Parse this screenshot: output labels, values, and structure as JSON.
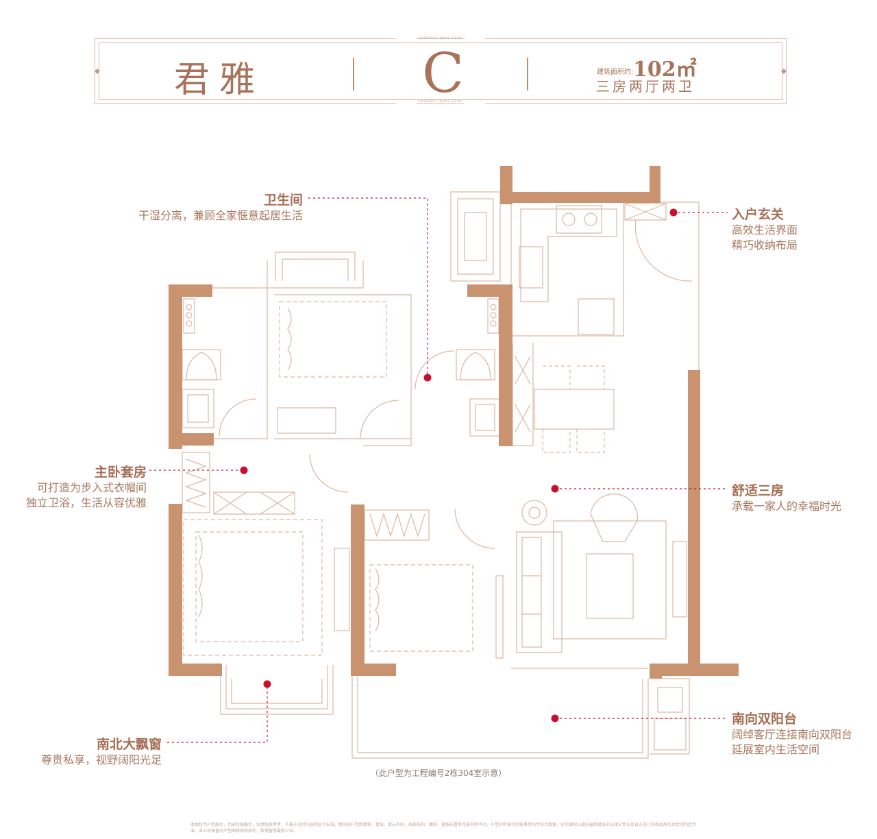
{
  "header": {
    "name": "君雅",
    "type": "C",
    "area_label": "建筑面积约:",
    "area_value": "102㎡",
    "layout": "三房两厅两卫",
    "tag_top": "INTERNATIONAL EXPO",
    "tag_bottom": "INTERNATIONAL EXPO"
  },
  "annotations": {
    "bathroom": {
      "title": "卫生间",
      "desc": [
        "干湿分离，兼顾全家惬意起居生活"
      ]
    },
    "entrance": {
      "title": "入户玄关",
      "desc": [
        "高效生活界面",
        "精巧收纳布局"
      ]
    },
    "master": {
      "title": "主卧套房",
      "desc": [
        "可打造为步入式衣帽间",
        "独立卫浴，生活从容优雅"
      ]
    },
    "rooms": {
      "title": "舒适三房",
      "desc": [
        "承载一家人的幸福时光"
      ]
    },
    "window": {
      "title": "南北大飘窗",
      "desc": [
        "尊贵私享，视野阔阳光足"
      ]
    },
    "balcony": {
      "title": "南向双阳台",
      "desc": [
        "阔绰客厅连接南向双阳台",
        "延展室内生活空间"
      ]
    }
  },
  "footnote": "（此户型为工程编号2栋304室示意）",
  "disclaimer": "本图仅为户型展示，功能仅做展示，仅供购房参考，不属于交付内容和交付标准。相同的户型因楼栋、楼层、单元不同，局部结构、面积、管线布置等可能有所不同，户型中所表示的家具等均为设计数据，实际面积以政府最终批准的法律文件以及双方签订的商品房买卖合同约定为准。本公司保留对户型图修改的权利，敬请留意最新公告。",
  "colors": {
    "wall": "#c9936f",
    "line": "#d9b7a3",
    "accent": "#c8102e",
    "text": "#a66e55"
  }
}
